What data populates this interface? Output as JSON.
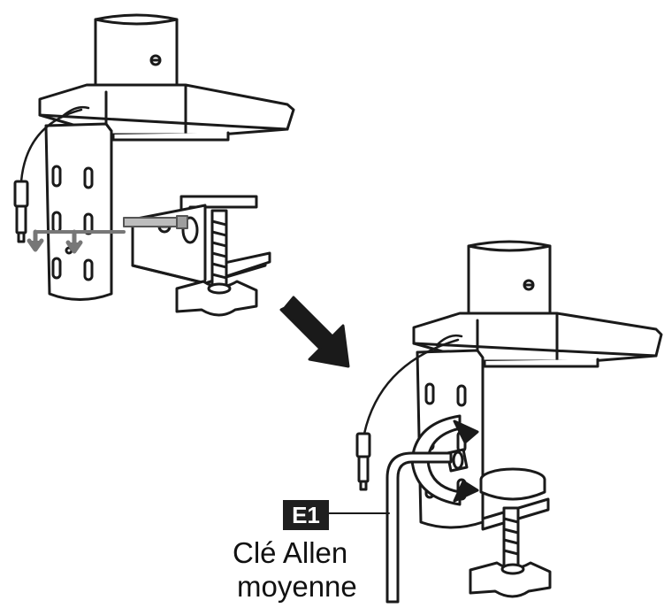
{
  "callout": {
    "tag": "E1",
    "label_line1": "Clé Allen",
    "label_line2": "moyenne"
  },
  "colors": {
    "line": "#1a1a1a",
    "arrow_gray": "#777777",
    "flow_arrow": "#1a1a1a",
    "tag_background": "#1f1f1f",
    "tag_text": "#ffffff"
  },
  "icons": {
    "step_arrow": "arrow-down-right-icon",
    "rotation": "rotate-arrows-icon",
    "slide_down": "arrow-down-icon"
  }
}
